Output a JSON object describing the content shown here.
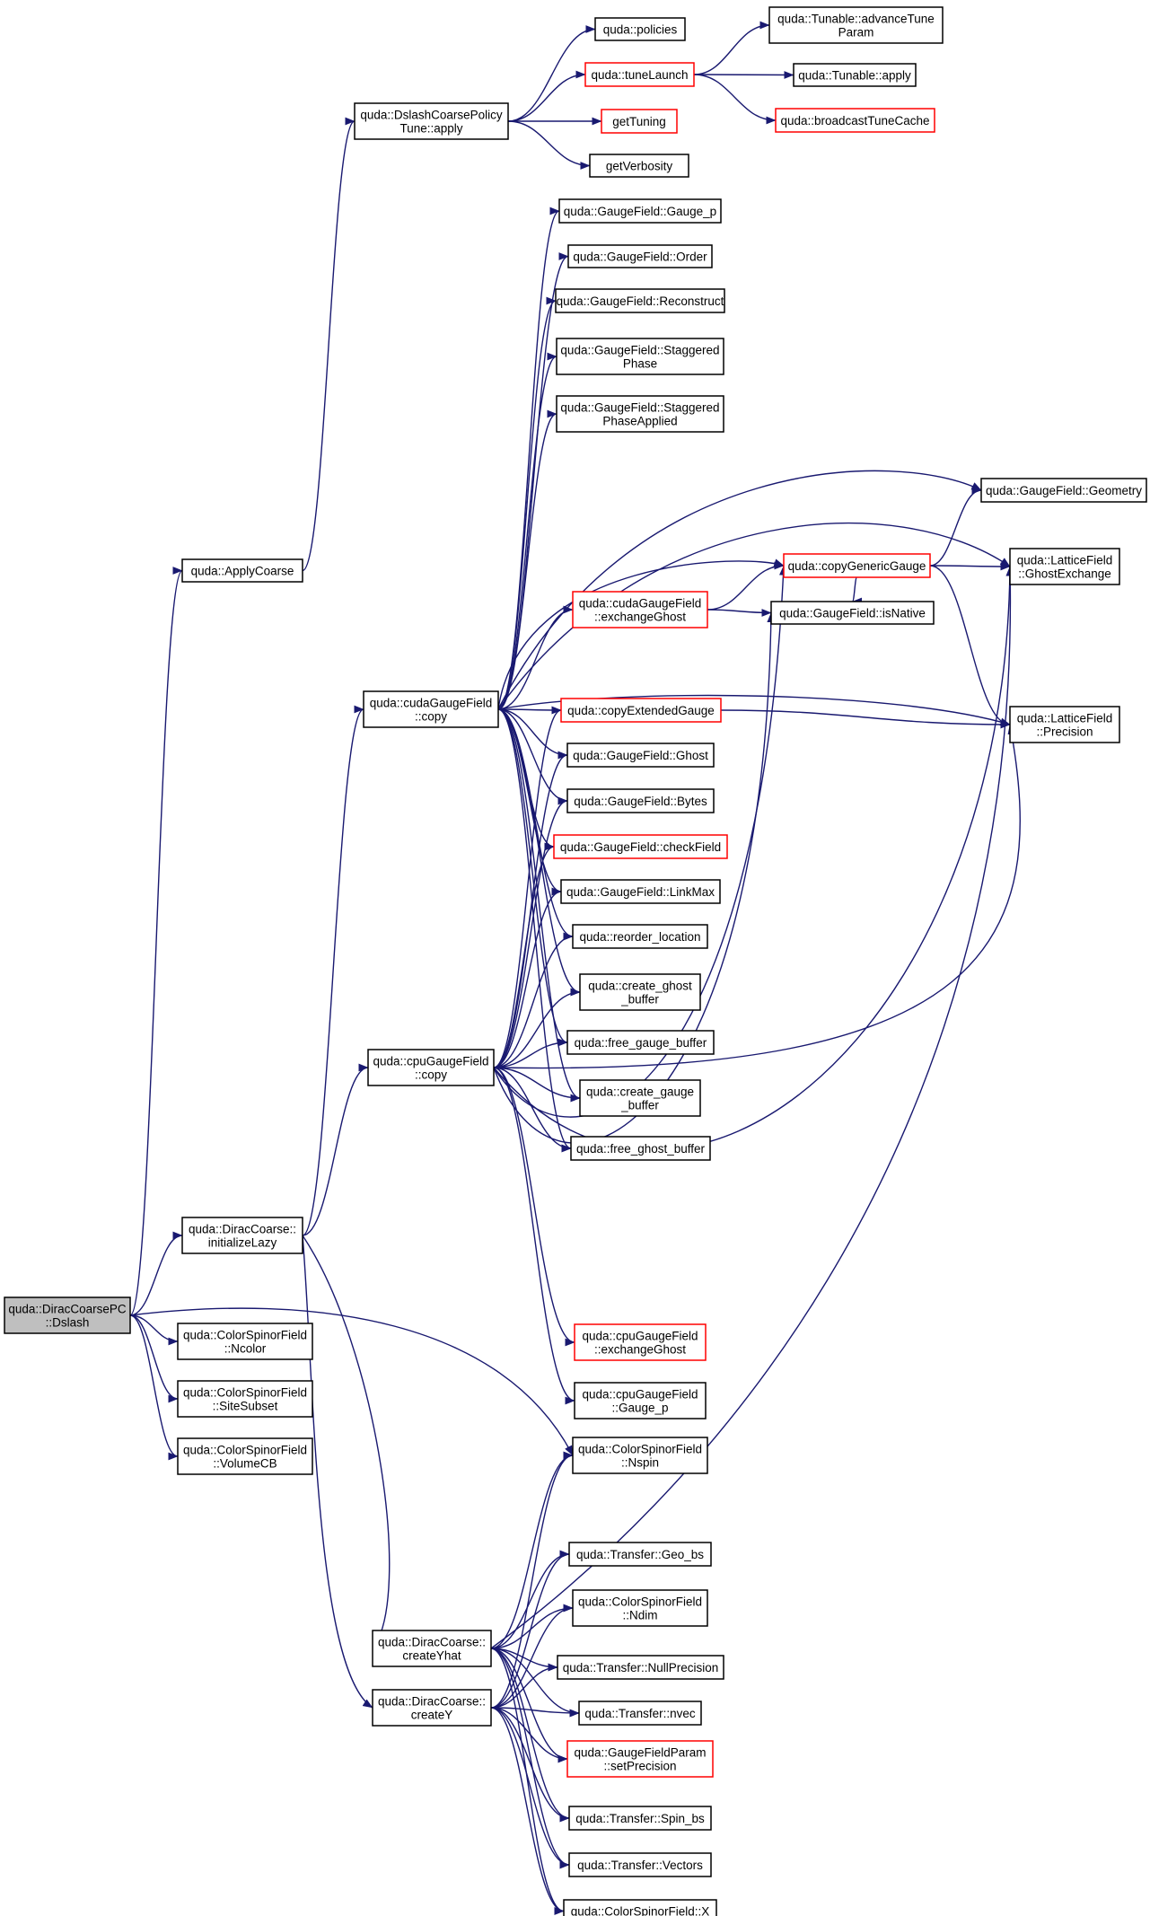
{
  "diagram": {
    "title": "",
    "style": {
      "edge_color": "#191970",
      "node_border": "#000000",
      "node_border_highlight": "#ff0000",
      "node_fill": "#ffffff",
      "root_fill": "#bfbfbf"
    },
    "nodes": [
      {
        "id": "root",
        "lines": [
          "quda::DiracCoarsePC",
          "::Dslash"
        ],
        "kind": "root"
      },
      {
        "id": "applyCoarse",
        "lines": [
          "quda::ApplyCoarse"
        ],
        "kind": "normal"
      },
      {
        "id": "initLazy",
        "lines": [
          "quda::DiracCoarse::",
          "initializeLazy"
        ],
        "kind": "normal"
      },
      {
        "id": "ncolor",
        "lines": [
          "quda::ColorSpinorField",
          "::Ncolor"
        ],
        "kind": "normal"
      },
      {
        "id": "siteSubset",
        "lines": [
          "quda::ColorSpinorField",
          "::SiteSubset"
        ],
        "kind": "normal"
      },
      {
        "id": "volumeCB",
        "lines": [
          "quda::ColorSpinorField",
          "::VolumeCB"
        ],
        "kind": "normal"
      },
      {
        "id": "nspin",
        "lines": [
          "quda::ColorSpinorField",
          "::Nspin"
        ],
        "kind": "normal"
      },
      {
        "id": "dslashPolicy",
        "lines": [
          "quda::DslashCoarsePolicy",
          "Tune::apply"
        ],
        "kind": "normal"
      },
      {
        "id": "policies",
        "lines": [
          "quda::policies"
        ],
        "kind": "normal"
      },
      {
        "id": "tuneLaunch",
        "lines": [
          "quda::tuneLaunch"
        ],
        "kind": "highlight"
      },
      {
        "id": "getTuning",
        "lines": [
          "getTuning"
        ],
        "kind": "highlight"
      },
      {
        "id": "getVerbosity",
        "lines": [
          "getVerbosity"
        ],
        "kind": "normal"
      },
      {
        "id": "advanceTune",
        "lines": [
          "quda::Tunable::advanceTune",
          "Param"
        ],
        "kind": "normal"
      },
      {
        "id": "tunableApply",
        "lines": [
          "quda::Tunable::apply"
        ],
        "kind": "normal"
      },
      {
        "id": "broadcastTune",
        "lines": [
          "quda::broadcastTuneCache"
        ],
        "kind": "highlight"
      },
      {
        "id": "cudaCopy",
        "lines": [
          "quda::cudaGaugeField",
          "::copy"
        ],
        "kind": "normal"
      },
      {
        "id": "cpuCopy",
        "lines": [
          "quda::cpuGaugeField",
          "::copy"
        ],
        "kind": "normal"
      },
      {
        "id": "createYhat",
        "lines": [
          "quda::DiracCoarse::",
          "createYhat"
        ],
        "kind": "normal"
      },
      {
        "id": "createY",
        "lines": [
          "quda::DiracCoarse::",
          "createY"
        ],
        "kind": "normal"
      },
      {
        "id": "gaugeP",
        "lines": [
          "quda::GaugeField::Gauge_p"
        ],
        "kind": "normal"
      },
      {
        "id": "order",
        "lines": [
          "quda::GaugeField::Order"
        ],
        "kind": "normal"
      },
      {
        "id": "reconstruct",
        "lines": [
          "quda::GaugeField::Reconstruct"
        ],
        "kind": "normal"
      },
      {
        "id": "staggeredPhase",
        "lines": [
          "quda::GaugeField::Staggered",
          "Phase"
        ],
        "kind": "normal"
      },
      {
        "id": "staggeredPhaseApplied",
        "lines": [
          "quda::GaugeField::Staggered",
          "PhaseApplied"
        ],
        "kind": "normal"
      },
      {
        "id": "geometry",
        "lines": [
          "quda::GaugeField::Geometry"
        ],
        "kind": "normal"
      },
      {
        "id": "copyGenericGauge",
        "lines": [
          "quda::copyGenericGauge"
        ],
        "kind": "highlight"
      },
      {
        "id": "ghostExchange",
        "lines": [
          "quda::LatticeField",
          "::GhostExchange"
        ],
        "kind": "normal"
      },
      {
        "id": "cudaExchangeGhost",
        "lines": [
          "quda::cudaGaugeField",
          "::exchangeGhost"
        ],
        "kind": "highlight"
      },
      {
        "id": "isNative",
        "lines": [
          "quda::GaugeField::isNative"
        ],
        "kind": "normal"
      },
      {
        "id": "copyExtendedGauge",
        "lines": [
          "quda::copyExtendedGauge"
        ],
        "kind": "highlight"
      },
      {
        "id": "precision",
        "lines": [
          "quda::LatticeField",
          "::Precision"
        ],
        "kind": "normal"
      },
      {
        "id": "ghost",
        "lines": [
          "quda::GaugeField::Ghost"
        ],
        "kind": "normal"
      },
      {
        "id": "bytes",
        "lines": [
          "quda::GaugeField::Bytes"
        ],
        "kind": "normal"
      },
      {
        "id": "checkField",
        "lines": [
          "quda::GaugeField::checkField"
        ],
        "kind": "highlight"
      },
      {
        "id": "linkMax",
        "lines": [
          "quda::GaugeField::LinkMax"
        ],
        "kind": "normal"
      },
      {
        "id": "reorderLocation",
        "lines": [
          "quda::reorder_location"
        ],
        "kind": "normal"
      },
      {
        "id": "createGhostBuffer",
        "lines": [
          "quda::create_ghost",
          "_buffer"
        ],
        "kind": "normal"
      },
      {
        "id": "freeGaugeBuffer",
        "lines": [
          "quda::free_gauge_buffer"
        ],
        "kind": "normal"
      },
      {
        "id": "createGaugeBuffer",
        "lines": [
          "quda::create_gauge",
          "_buffer"
        ],
        "kind": "normal"
      },
      {
        "id": "freeGhostBuffer",
        "lines": [
          "quda::free_ghost_buffer"
        ],
        "kind": "normal"
      },
      {
        "id": "cpuExchangeGhost",
        "lines": [
          "quda::cpuGaugeField",
          "::exchangeGhost"
        ],
        "kind": "highlight"
      },
      {
        "id": "cpuGaugeP",
        "lines": [
          "quda::cpuGaugeField",
          "::Gauge_p"
        ],
        "kind": "normal"
      },
      {
        "id": "geoBs",
        "lines": [
          "quda::Transfer::Geo_bs"
        ],
        "kind": "normal"
      },
      {
        "id": "ndim",
        "lines": [
          "quda::ColorSpinorField",
          "::Ndim"
        ],
        "kind": "normal"
      },
      {
        "id": "nullPrecision",
        "lines": [
          "quda::Transfer::NullPrecision"
        ],
        "kind": "normal"
      },
      {
        "id": "nvec",
        "lines": [
          "quda::Transfer::nvec"
        ],
        "kind": "normal"
      },
      {
        "id": "setPrecision",
        "lines": [
          "quda::GaugeFieldParam",
          "::setPrecision"
        ],
        "kind": "highlight"
      },
      {
        "id": "spinBs",
        "lines": [
          "quda::Transfer::Spin_bs"
        ],
        "kind": "normal"
      },
      {
        "id": "vectors",
        "lines": [
          "quda::Transfer::Vectors"
        ],
        "kind": "normal"
      },
      {
        "id": "csfX",
        "lines": [
          "quda::ColorSpinorField::X"
        ],
        "kind": "normal"
      }
    ],
    "edges": [
      [
        "root",
        "applyCoarse"
      ],
      [
        "root",
        "initLazy"
      ],
      [
        "root",
        "ncolor"
      ],
      [
        "root",
        "siteSubset"
      ],
      [
        "root",
        "volumeCB"
      ],
      [
        "root",
        "nspin"
      ],
      [
        "applyCoarse",
        "dslashPolicy"
      ],
      [
        "dslashPolicy",
        "policies"
      ],
      [
        "dslashPolicy",
        "tuneLaunch"
      ],
      [
        "dslashPolicy",
        "getTuning"
      ],
      [
        "dslashPolicy",
        "getVerbosity"
      ],
      [
        "tuneLaunch",
        "advanceTune"
      ],
      [
        "tuneLaunch",
        "tunableApply"
      ],
      [
        "tuneLaunch",
        "broadcastTune"
      ],
      [
        "initLazy",
        "cudaCopy"
      ],
      [
        "initLazy",
        "cpuCopy"
      ],
      [
        "initLazy",
        "createYhat"
      ],
      [
        "initLazy",
        "createY"
      ],
      [
        "cudaCopy",
        "gaugeP"
      ],
      [
        "cudaCopy",
        "order"
      ],
      [
        "cudaCopy",
        "reconstruct"
      ],
      [
        "cudaCopy",
        "staggeredPhase"
      ],
      [
        "cudaCopy",
        "staggeredPhaseApplied"
      ],
      [
        "cudaCopy",
        "geometry"
      ],
      [
        "cudaCopy",
        "ghostExchange"
      ],
      [
        "cudaCopy",
        "copyGenericGauge"
      ],
      [
        "cudaCopy",
        "cudaExchangeGhost"
      ],
      [
        "cudaCopy",
        "copyExtendedGauge"
      ],
      [
        "cudaCopy",
        "precision"
      ],
      [
        "cudaCopy",
        "ghost"
      ],
      [
        "cudaCopy",
        "bytes"
      ],
      [
        "cudaCopy",
        "checkField"
      ],
      [
        "cudaCopy",
        "linkMax"
      ],
      [
        "cudaCopy",
        "reorderLocation"
      ],
      [
        "cudaCopy",
        "createGhostBuffer"
      ],
      [
        "cudaCopy",
        "freeGaugeBuffer"
      ],
      [
        "cudaCopy",
        "createGaugeBuffer"
      ],
      [
        "cudaCopy",
        "freeGhostBuffer"
      ],
      [
        "copyGenericGauge",
        "geometry"
      ],
      [
        "copyGenericGauge",
        "ghostExchange"
      ],
      [
        "copyGenericGauge",
        "precision"
      ],
      [
        "copyGenericGauge",
        "isNative"
      ],
      [
        "cudaExchangeGhost",
        "copyGenericGauge"
      ],
      [
        "cudaExchangeGhost",
        "isNative"
      ],
      [
        "copyExtendedGauge",
        "precision"
      ],
      [
        "cpuCopy",
        "copyExtendedGauge"
      ],
      [
        "cpuCopy",
        "ghost"
      ],
      [
        "cpuCopy",
        "bytes"
      ],
      [
        "cpuCopy",
        "checkField"
      ],
      [
        "cpuCopy",
        "linkMax"
      ],
      [
        "cpuCopy",
        "reorderLocation"
      ],
      [
        "cpuCopy",
        "createGhostBuffer"
      ],
      [
        "cpuCopy",
        "freeGaugeBuffer"
      ],
      [
        "cpuCopy",
        "createGaugeBuffer"
      ],
      [
        "cpuCopy",
        "freeGhostBuffer"
      ],
      [
        "cpuCopy",
        "copyGenericGauge"
      ],
      [
        "cpuCopy",
        "isNative"
      ],
      [
        "cpuCopy",
        "ghostExchange"
      ],
      [
        "cpuCopy",
        "precision"
      ],
      [
        "cpuCopy",
        "cpuExchangeGhost"
      ],
      [
        "cpuCopy",
        "cpuGaugeP"
      ],
      [
        "createYhat",
        "nspin"
      ],
      [
        "createYhat",
        "geoBs"
      ],
      [
        "createYhat",
        "ndim"
      ],
      [
        "createYhat",
        "nullPrecision"
      ],
      [
        "createYhat",
        "nvec"
      ],
      [
        "createYhat",
        "setPrecision"
      ],
      [
        "createYhat",
        "spinBs"
      ],
      [
        "createYhat",
        "vectors"
      ],
      [
        "createYhat",
        "csfX"
      ],
      [
        "createYhat",
        "ghostExchange"
      ],
      [
        "createY",
        "nspin"
      ],
      [
        "createY",
        "geoBs"
      ],
      [
        "createY",
        "ndim"
      ],
      [
        "createY",
        "nullPrecision"
      ],
      [
        "createY",
        "nvec"
      ],
      [
        "createY",
        "setPrecision"
      ],
      [
        "createY",
        "spinBs"
      ],
      [
        "createY",
        "vectors"
      ],
      [
        "createY",
        "csfX"
      ]
    ]
  }
}
